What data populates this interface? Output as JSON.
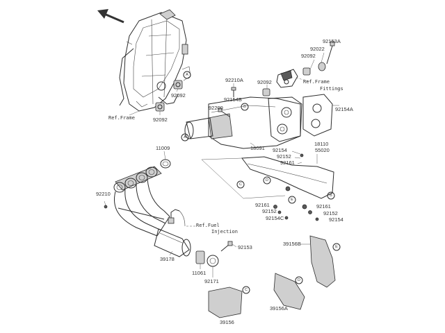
{
  "labels": {
    "p92153A": "92153A",
    "p92022": "92022",
    "p92092a": "92092",
    "p92210A": "92210A",
    "p92092b": "92092",
    "p92154B": "92154B",
    "p92200": "92200",
    "p92092c": "92092",
    "p92154A": "92154A",
    "p92092d": "92092",
    "p18110": "18110",
    "p55020": "55020",
    "p18091": "18091",
    "p92154a": "92154",
    "p92152a": "92152",
    "p92161a": "92161",
    "p11009": "11009",
    "p92210": "92210",
    "p92161b": "92161",
    "p92152b": "92152",
    "p92154C": "92154C",
    "p92161c": "92161",
    "p92152c": "92152",
    "p92154b": "92154",
    "p92153": "92153",
    "p39156B": "39156B",
    "p39178": "39178",
    "p11061": "11061",
    "p92171": "92171",
    "p39156": "39156",
    "p39156A": "39156A"
  },
  "refs": {
    "ref_frame_1": "Ref.Frame",
    "ref_frame_2": "Ref.Frame",
    "ref_frame_fittings": "Fittings",
    "ref_fuel": "Ref.Fuel",
    "ref_fuel_2": "Injection"
  },
  "callouts": {
    "A1": "A",
    "A2": "A",
    "B1": "B",
    "B2": "B",
    "C1": "C",
    "C2": "C",
    "D1": "D",
    "D2": "D",
    "E1": "E",
    "E2": "E"
  },
  "icons": {
    "direction_arrow": "front-direction-arrow-icon"
  }
}
